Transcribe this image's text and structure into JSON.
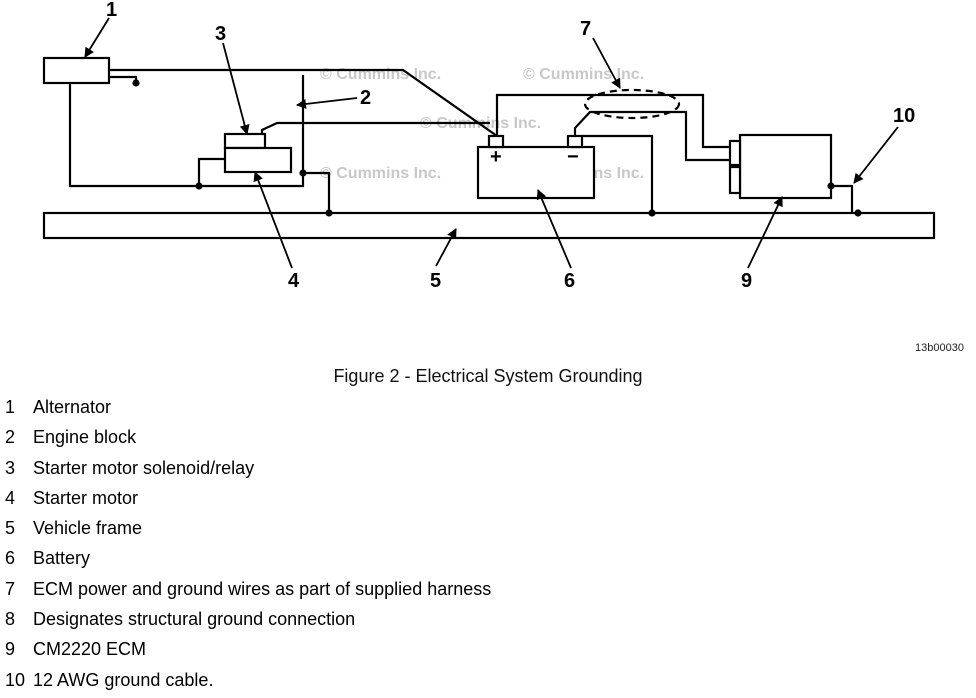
{
  "diagram": {
    "callouts": [
      "1",
      "2",
      "3",
      "4",
      "5",
      "6",
      "7",
      "9",
      "10"
    ],
    "battery_terminals": {
      "positive": "+",
      "negative": "−"
    },
    "watermark": "© Cummins Inc."
  },
  "figure": {
    "id": "13b00030",
    "caption": "Figure 2 - Electrical System Grounding"
  },
  "legend": [
    {
      "num": "1",
      "label": "Alternator"
    },
    {
      "num": "2",
      "label": "Engine block"
    },
    {
      "num": "3",
      "label": "Starter motor solenoid/relay"
    },
    {
      "num": "4",
      "label": "Starter motor"
    },
    {
      "num": "5",
      "label": "Vehicle frame"
    },
    {
      "num": "6",
      "label": "Battery"
    },
    {
      "num": "7",
      "label": "ECM power and ground wires as part of supplied harness"
    },
    {
      "num": "8",
      "label": "Designates structural ground connection"
    },
    {
      "num": "9",
      "label": "CM2220 ECM"
    },
    {
      "num": "10",
      "label": "12 AWG ground cable."
    }
  ]
}
